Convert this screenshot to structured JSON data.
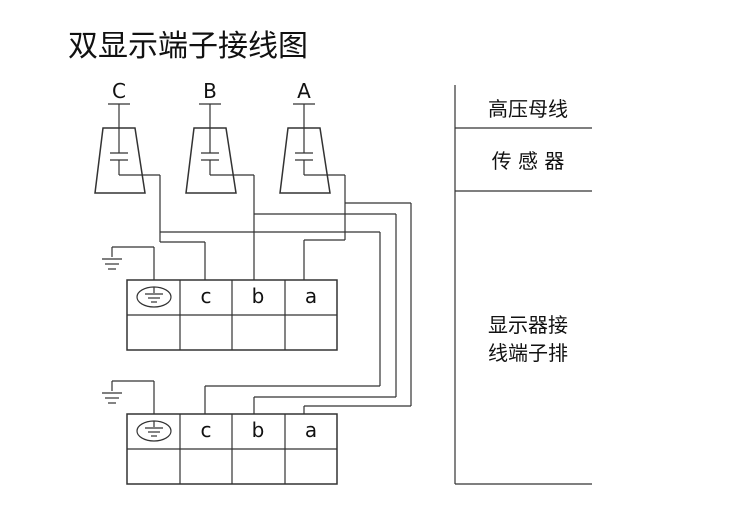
{
  "title": "双显示端子接线图",
  "phases": [
    "C",
    "B",
    "A"
  ],
  "terminal_labels": [
    "c",
    "b",
    "a"
  ],
  "side_panel": {
    "row1": "高压母线",
    "row2": "传 感 器",
    "row3_line1": "显示器接",
    "row3_line2": "线端子排"
  }
}
